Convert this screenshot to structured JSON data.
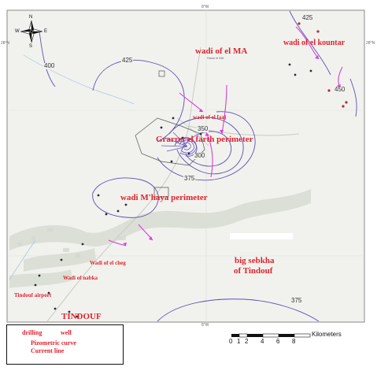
{
  "labels": {
    "wadi_el_ma": "wadi of el MA",
    "wadi_el_kountar": "wadi of el kountar",
    "wadi_el_faaj": "wadi of el faaj",
    "grarret_perimeter": "Grarret el farth perimeter",
    "wadi_mhaya_perimeter": "wadi M'haya perimeter",
    "wadi_el_cheg": "Wadi of el cheg",
    "wadi_nabka": "Wadi of nabka",
    "tindouf_airport": "Tindouf airport",
    "tindouf": "TINDOUF",
    "big_sebkha": "big sebkha",
    "of_tindouf": "of Tindouf",
    "place_small": "Hassi el MA"
  },
  "contours": {
    "c425_top": "425",
    "c425_mid": "425",
    "c400": "400",
    "c350": "350",
    "c300": "300",
    "c375_mid": "375",
    "c375_bot": "375",
    "c450": "450"
  },
  "coords": {
    "top": "8°W",
    "bottom": "8°W",
    "left": "28°N",
    "right": "28°N"
  },
  "compass": {
    "n": "N",
    "s": "S",
    "e": "E",
    "w": "W"
  },
  "legend": {
    "drilling": "drilling",
    "well": "well",
    "piezometric": "Pizometric curve",
    "current": "Current line"
  },
  "scale": {
    "ticks": [
      "0",
      "1",
      "2",
      "4",
      "6",
      "8"
    ],
    "unit": "Kilometers"
  },
  "colors": {
    "label": "#e0222d",
    "contour": "#5e4fb0",
    "current": "#d63fd6",
    "map_bg": "#f1f2ee"
  }
}
